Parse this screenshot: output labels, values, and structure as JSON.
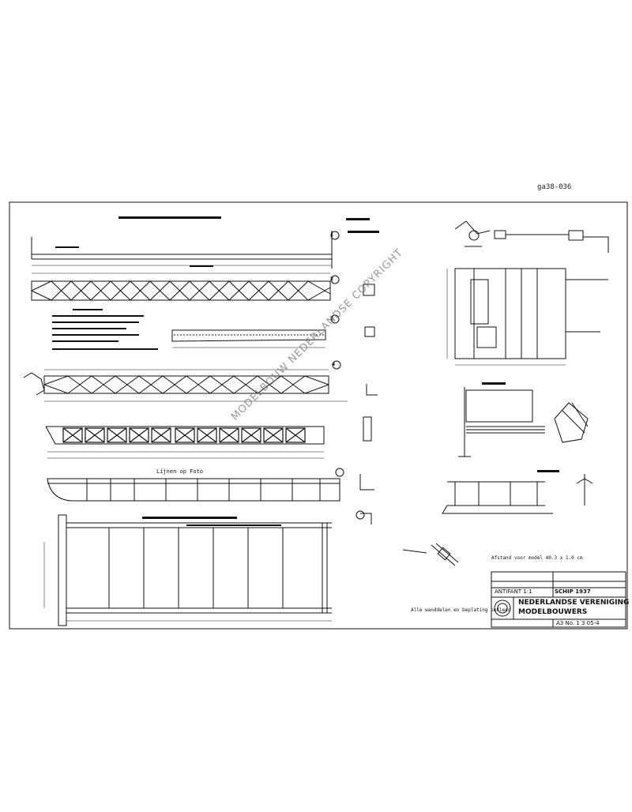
{
  "stamp": "ga38-036",
  "watermark": "MODELBOUW NEDERLANDSE COPYRIGHT",
  "notes": {
    "bovenlijn": "Lijnen op Foto",
    "afstand": "Afstand voor model 40.3 x 1.0 cm",
    "beschrijving": "Alle wanddelen en beplating bekleed"
  },
  "title_block": {
    "drawing_title": "SCHIP 1937",
    "subtitle": "ANTIFANT 1:1",
    "org_line1": "NEDERLANDSE VERENIGING",
    "org_line2": "MODELBOUWERS",
    "drawing_no": "A3   No. 1 3 05-4"
  },
  "colors": {
    "ink": "#111111",
    "paper": "#ffffff",
    "watermark": "#777777"
  }
}
